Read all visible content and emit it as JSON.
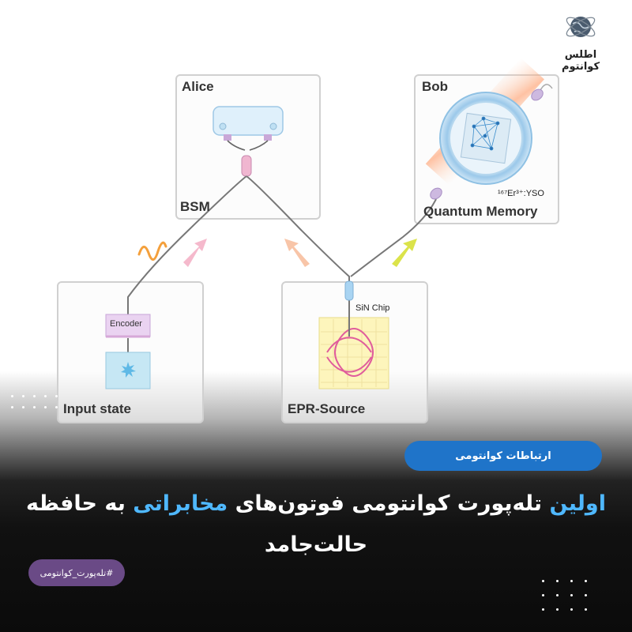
{
  "brand": {
    "name": "اطلس کوانتوم",
    "logo_icon": "globe-atom-icon"
  },
  "diagram": {
    "alice": "Alice",
    "bob": "Bob",
    "bsm": "BSM",
    "quantum_memory": "Quantum Memory",
    "crystal": "¹⁶⁷Er³⁺:YSO",
    "input_state": "Input state",
    "encoder": "Encoder",
    "epr_source": "EPR-Source",
    "sin_chip": "SiN Chip"
  },
  "category": "ارتباطات کوانتومی",
  "headline": {
    "part1": "اولین",
    "part2": " تله‌پورت کوانتومی فوتون‌های ",
    "part3": "مخابراتی",
    "part4": " به حافظه حالت‌جامد"
  },
  "hashtag": "#تله‌پورت_کوانتومی",
  "colors": {
    "accent": "#4fb8ff",
    "pill": "#1f74c9",
    "hashtag": "#6a4a86"
  }
}
